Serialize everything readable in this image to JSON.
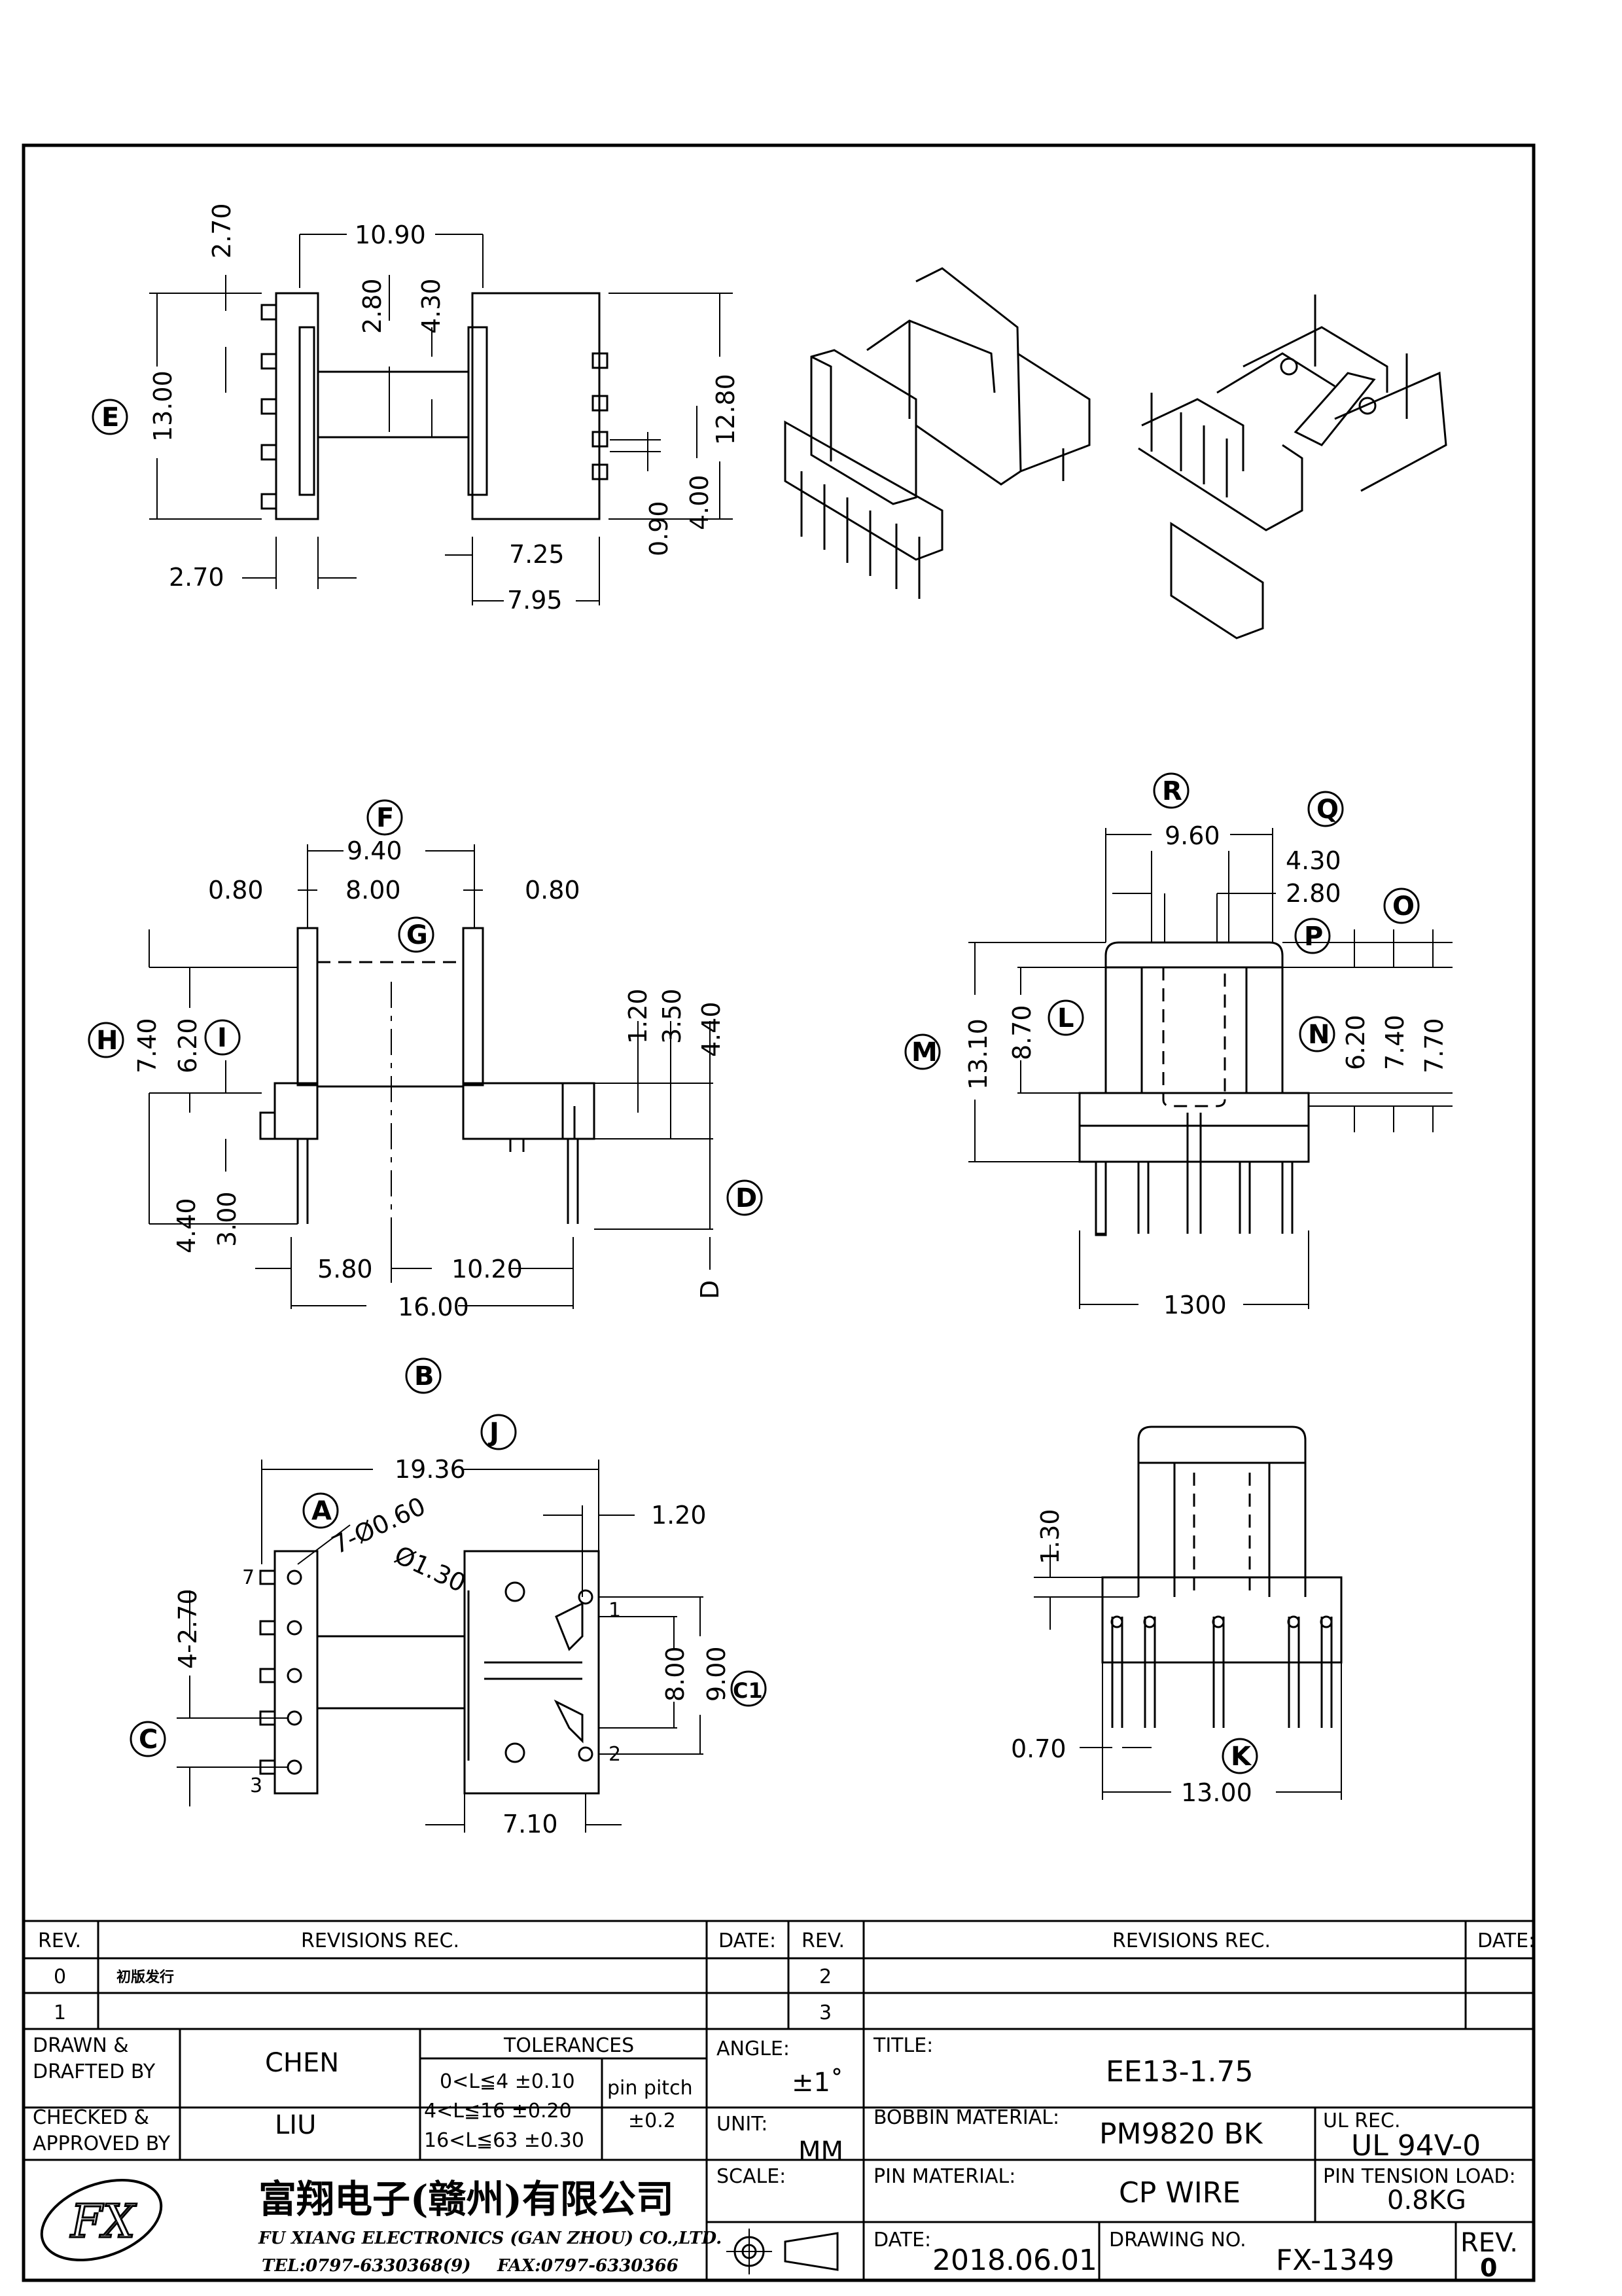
{
  "view1": {
    "dims": [
      "10.90",
      "2.70",
      "2.80",
      "4.30",
      "13.00",
      "12.80",
      "0.90",
      "4.00",
      "7.25",
      "7.95",
      "2.70"
    ],
    "label_e": "E"
  },
  "view2": {
    "dims": [
      "9.40",
      "0.80",
      "8.00",
      "0.80",
      "7.40",
      "6.20",
      "1.20",
      "3.50",
      "4.40",
      "4.40",
      "3.00",
      "5.80",
      "10.20",
      "16.00",
      "D"
    ],
    "labels": {
      "f": "F",
      "g": "G",
      "h": "H",
      "i": "I",
      "d": "D",
      "b": "B"
    }
  },
  "view3": {
    "dims": [
      "9.60",
      "4.30",
      "2.80",
      "13.10",
      "8.70",
      "6.20",
      "7.40",
      "7.70",
      "1300"
    ],
    "labels": {
      "r": "R",
      "q": "Q",
      "o": "O",
      "p": "P",
      "l": "L",
      "m": "M",
      "n": "N"
    }
  },
  "view4": {
    "dims": [
      "19.36",
      "1.20",
      "7-Ø0.60",
      "Ø1.30",
      "4-2.70",
      "8.00",
      "9.00",
      "7.10"
    ],
    "pins": [
      "7",
      "1",
      "3",
      "2"
    ],
    "labels": {
      "j": "J",
      "a": "A",
      "c": "C",
      "c1": "C1"
    }
  },
  "view5": {
    "dims": [
      "1.30",
      "0.70",
      "13.00"
    ],
    "labels": {
      "k": "K"
    }
  },
  "title_block": {
    "rev_header": "REV.",
    "revisions_header": "REVISIONS   REC.",
    "date_header": "DATE:",
    "rows_left": [
      {
        "rev": "0",
        "text": "初版发行"
      },
      {
        "rev": "1",
        "text": ""
      }
    ],
    "rows_right": [
      {
        "rev": "2",
        "text": ""
      },
      {
        "rev": "3",
        "text": ""
      }
    ],
    "drawn_label": "DRAWN &",
    "drafted_label": "DRAFTED BY",
    "drawn_by": "CHEN",
    "checked_label": "CHECKED &",
    "approved_label": "APPROVED BY",
    "approved_by": "LIU",
    "tolerances_label": "TOLERANCES",
    "tolerance_rows": [
      "0<L≦4   ±0.10",
      "4<L≦16  ±0.20",
      "16<L≦63  ±0.30"
    ],
    "pin_pitch_label": "pin pitch",
    "pin_pitch_value": "±0.2",
    "angle_label": "ANGLE:",
    "angle_value": "±1˚",
    "unit_label": "UNIT:",
    "unit_value": "MM",
    "scale_label": "SCALE:",
    "title_label": "TITLE:",
    "title_value": "EE13-1.75",
    "bobbin_label": "BOBBIN  MATERIAL:",
    "bobbin_value": "PM9820  BK",
    "ul_label": "UL REC.",
    "ul_value": "UL  94V-0",
    "pin_material_label": "PIN  MATERIAL:",
    "pin_material_value": "CP  WIRE",
    "pin_tension_label": "PIN  TENSION  LOAD:",
    "pin_tension_value": "0.8KG",
    "date_label": "DATE:",
    "date_value": "2018.06.01",
    "drawing_no_label": "DRAWING  NO.",
    "drawing_no_value": "FX-1349",
    "rev_label": "REV.",
    "rev_value": "0",
    "company_cn": "富翔电子(赣州)有限公司",
    "company_en": "FU XIANG ELECTRONICS (GAN ZHOU) CO.,LTD.",
    "tel": "TEL:0797-6330368(9)",
    "fax": "FAX:0797-6330366",
    "logo_text": "FX"
  },
  "colors": {
    "line": "#000000",
    "background": "#ffffff"
  }
}
